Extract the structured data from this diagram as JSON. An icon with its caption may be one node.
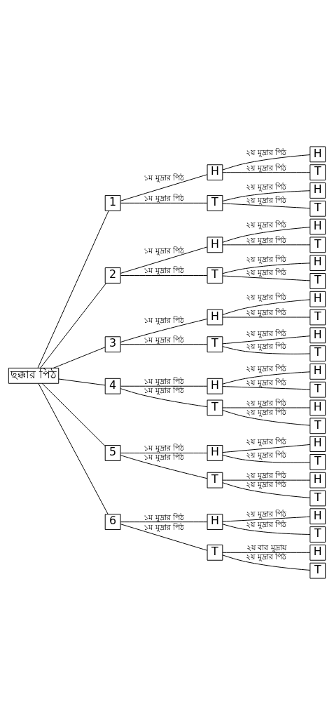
{
  "diagram": {
    "nodes": [
      {
        "text": [
          "ছক্কার পিঠ"
        ]
      },
      {
        "text": [
          "1"
        ]
      },
      {
        "text": [
          "H"
        ]
      },
      {
        "text": [
          "H"
        ]
      },
      {
        "text": [
          "T"
        ]
      },
      {
        "text": [
          "T"
        ]
      },
      {
        "text": [
          "H"
        ]
      },
      {
        "text": [
          "T"
        ]
      },
      {
        "text": [
          "2"
        ]
      },
      {
        "text": [
          "H"
        ]
      },
      {
        "text": [
          "H"
        ]
      },
      {
        "text": [
          "T"
        ]
      },
      {
        "text": [
          "T"
        ]
      },
      {
        "text": [
          "H"
        ]
      },
      {
        "text": [
          "T"
        ]
      },
      {
        "text": [
          "3"
        ]
      },
      {
        "text": [
          "H"
        ]
      },
      {
        "text": [
          "H"
        ]
      },
      {
        "text": [
          "T"
        ]
      },
      {
        "text": [
          "T"
        ]
      },
      {
        "text": [
          "H"
        ]
      },
      {
        "text": [
          "T"
        ]
      },
      {
        "text": [
          "4"
        ]
      },
      {
        "text": [
          "H"
        ]
      },
      {
        "text": [
          "H"
        ]
      },
      {
        "text": [
          "T"
        ]
      },
      {
        "text": [
          "T"
        ]
      },
      {
        "text": [
          "H"
        ]
      },
      {
        "text": [
          "T"
        ]
      },
      {
        "text": [
          "5"
        ]
      },
      {
        "text": [
          "H"
        ]
      },
      {
        "text": [
          "H"
        ]
      },
      {
        "text": [
          "T"
        ]
      },
      {
        "text": [
          "T"
        ]
      },
      {
        "text": [
          "H"
        ]
      },
      {
        "text": [
          "T"
        ]
      },
      {
        "text": [
          "6"
        ]
      },
      {
        "text": [
          "H"
        ]
      },
      {
        "text": [
          "H"
        ]
      },
      {
        "text": [
          "T"
        ]
      },
      {
        "text": [
          "T"
        ]
      },
      {
        "text": [
          "H"
        ]
      },
      {
        "text": [
          "T"
        ]
      }
    ],
    "edges": [
      {
        "from": 0,
        "to": 1,
        "arrow": "none"
      },
      {
        "from": 1,
        "to": 2,
        "arrow": "none",
        "label": "১ম মুদ্রার পিঠ"
      },
      {
        "from": 2,
        "to": 3,
        "arrow": "none",
        "label": "২য় মুদ্রার পিঠ"
      },
      {
        "from": 2,
        "to": 4,
        "arrow": "none",
        "label": "২য় মুদ্রার পিঠ"
      },
      {
        "from": 1,
        "to": 5,
        "arrow": "none",
        "label": "১ম মুদ্রার পিঠ"
      },
      {
        "from": 5,
        "to": 6,
        "arrow": "none",
        "label": "২য় মুদ্রার পিঠ"
      },
      {
        "from": 5,
        "to": 7,
        "arrow": "none",
        "label": "২য় মুদ্রার পিঠ"
      },
      {
        "from": 0,
        "to": 8,
        "arrow": "none"
      },
      {
        "from": 8,
        "to": 9,
        "arrow": "none",
        "label": "১ম মুদ্রার পিঠ"
      },
      {
        "from": 9,
        "to": 10,
        "arrow": "none",
        "label": "২য় মুদ্রার পিঠ"
      },
      {
        "from": 9,
        "to": 11,
        "arrow": "none",
        "label": "২য় মুদ্রার পিঠ"
      },
      {
        "from": 8,
        "to": 12,
        "arrow": "none",
        "label": "১ম মুদ্রার পিঠ"
      },
      {
        "from": 12,
        "to": 13,
        "arrow": "none",
        "label": "২য় মুদ্রার পিঠ"
      },
      {
        "from": 12,
        "to": 14,
        "arrow": "none",
        "label": "২য় মুদ্রার পিঠ"
      },
      {
        "from": 0,
        "to": 15,
        "arrow": "none"
      },
      {
        "from": 15,
        "to": 16,
        "arrow": "none",
        "label": "১ম মুদ্রার পিঠ"
      },
      {
        "from": 16,
        "to": 17,
        "arrow": "none",
        "label": "২য় মুদ্রার পিঠ"
      },
      {
        "from": 16,
        "to": 18,
        "arrow": "none",
        "label": "২য় মুদ্রার পিঠ"
      },
      {
        "from": 15,
        "to": 19,
        "arrow": "none",
        "label": "১ম মুদ্রার পিঠ"
      },
      {
        "from": 19,
        "to": 20,
        "arrow": "none",
        "label": "২য় মুদ্রার পিঠ"
      },
      {
        "from": 19,
        "to": 21,
        "arrow": "none",
        "label": "২য় মুদ্রার পিঠ"
      },
      {
        "from": 0,
        "to": 22,
        "arrow": "none"
      },
      {
        "from": 22,
        "to": 23,
        "arrow": "none",
        "label": "১ম মুদ্রার পিঠ"
      },
      {
        "from": 23,
        "to": 24,
        "arrow": "none",
        "label": "২য় মুদ্রার পিঠ"
      },
      {
        "from": 23,
        "to": 25,
        "arrow": "none",
        "label": "২য় মুদ্রার পিঠ"
      },
      {
        "from": 22,
        "to": 26,
        "arrow": "none",
        "label": "১ম মুদ্রার পিঠ"
      },
      {
        "from": 26,
        "to": 27,
        "arrow": "none",
        "label": "২য় মুদ্রার পিঠ"
      },
      {
        "from": 26,
        "to": 28,
        "arrow": "none",
        "label": "২য় মুদ্রার পিঠ"
      },
      {
        "from": 0,
        "to": 29,
        "arrow": "none"
      },
      {
        "from": 29,
        "to": 30,
        "arrow": "none",
        "label": "১ম মুদ্রার পিঠ"
      },
      {
        "from": 30,
        "to": 31,
        "arrow": "none",
        "label": "২য় মুদ্রার পিঠ"
      },
      {
        "from": 30,
        "to": 32,
        "arrow": "none",
        "label": "২য় মুদ্রার পিঠ"
      },
      {
        "from": 29,
        "to": 33,
        "arrow": "none",
        "label": "১ম মুদ্রার পিঠ"
      },
      {
        "from": 33,
        "to": 34,
        "arrow": "none",
        "label": "২য় মুদ্রার পিঠ"
      },
      {
        "from": 33,
        "to": 35,
        "arrow": "none",
        "label": "২য় মুদ্রার পিঠ"
      },
      {
        "from": 0,
        "to": 36,
        "arrow": "none"
      },
      {
        "from": 36,
        "to": 37,
        "arrow": "none",
        "label": "১ম মুদ্রার পিঠ"
      },
      {
        "from": 37,
        "to": 38,
        "arrow": "none",
        "label": "২য় মুদ্রার পিঠ"
      },
      {
        "from": 37,
        "to": 39,
        "arrow": "none",
        "label": "২য় মুদ্রার পিঠ"
      },
      {
        "from": 36,
        "to": 40,
        "arrow": "none",
        "label": "১ম মুদ্রার পিঠ"
      },
      {
        "from": 40,
        "to": 41,
        "arrow": "none",
        "label": "২য় বার মুদ্রায়"
      },
      {
        "from": 40,
        "to": 42,
        "arrow": "none",
        "label": "২য় মুদ্রার পিঠ"
      }
    ]
  }
}
